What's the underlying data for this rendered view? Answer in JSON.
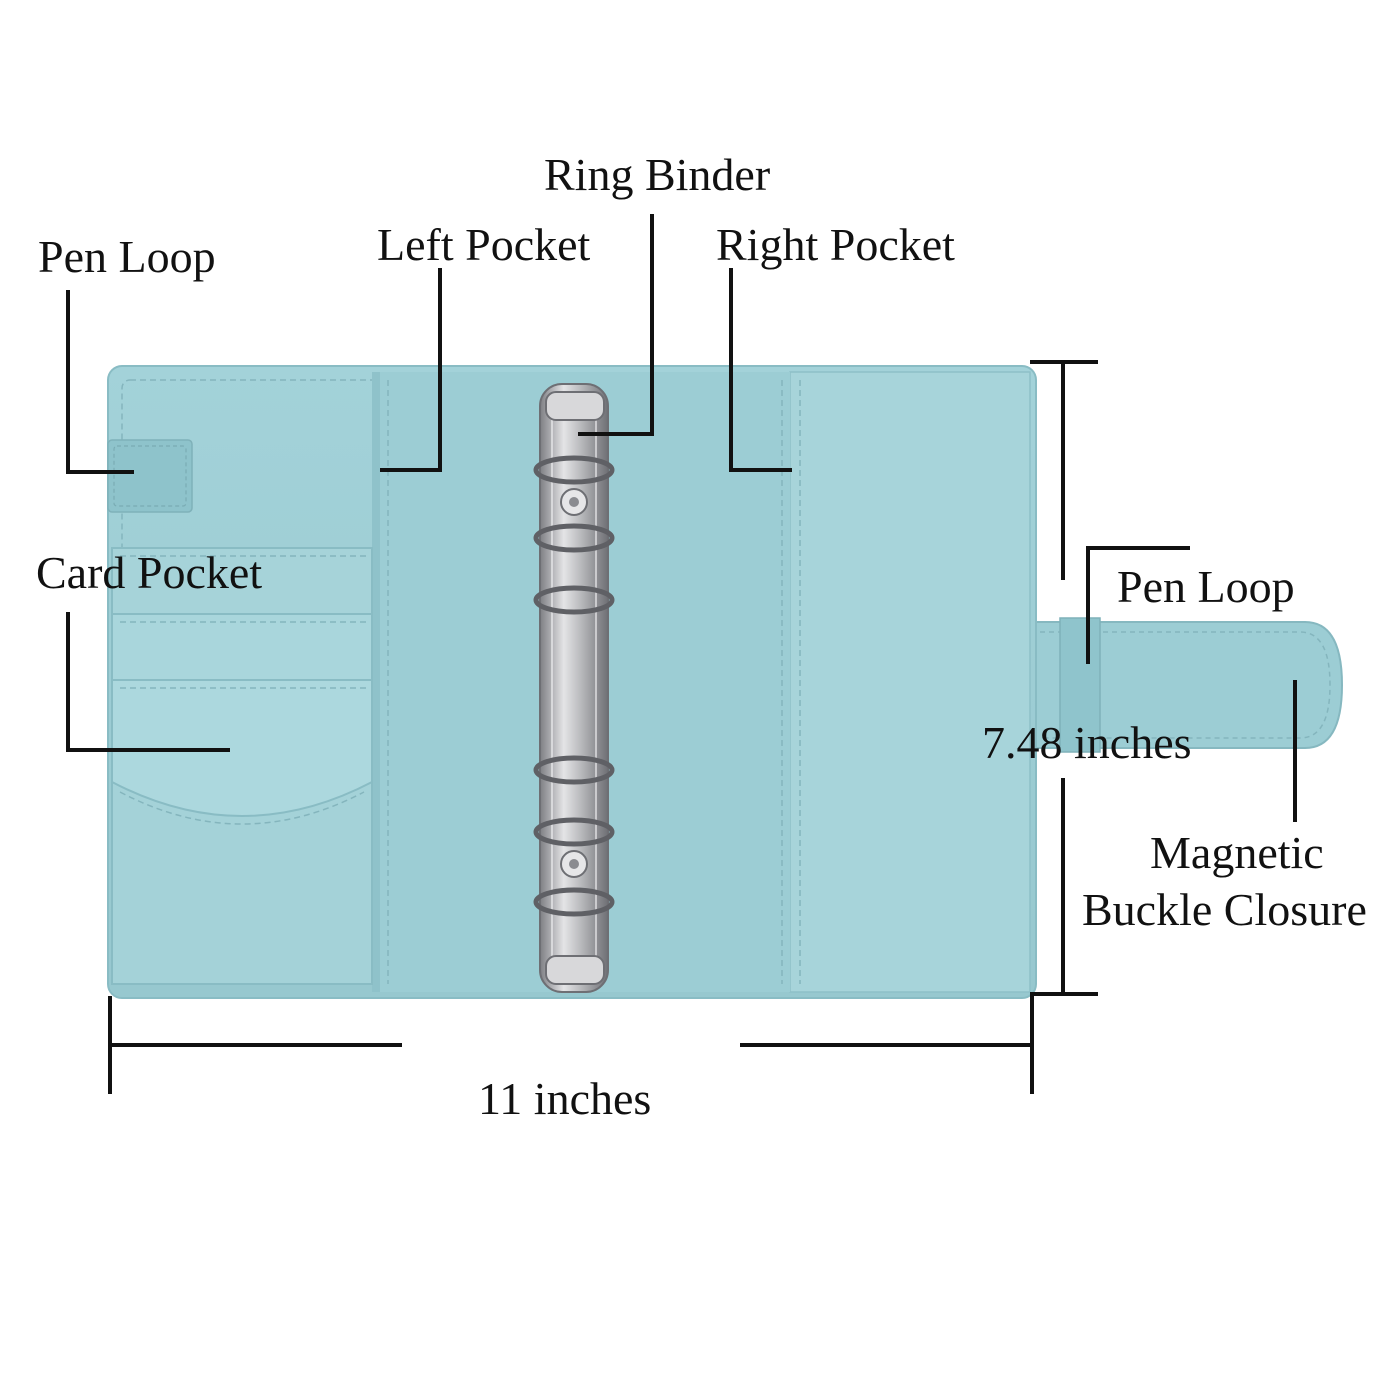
{
  "labels": {
    "ring_binder": "Ring Binder",
    "pen_loop_left": "Pen Loop",
    "left_pocket": "Left Pocket",
    "right_pocket": "Right Pocket",
    "card_pocket": "Card Pocket",
    "pen_loop_right": "Pen Loop",
    "height": "7.48 inches",
    "magnetic_line1": "Magnetic",
    "magnetic_line2": "Buckle Closure",
    "width": "11 inches"
  },
  "colors": {
    "cover": "#9fcfd6",
    "cover_shade": "#8ec3cb",
    "pocket": "#a8d5db",
    "stitch": "#86b8c0",
    "metal": "#c9c9cc",
    "metal_dark": "#8e8f94",
    "line": "#111111"
  }
}
